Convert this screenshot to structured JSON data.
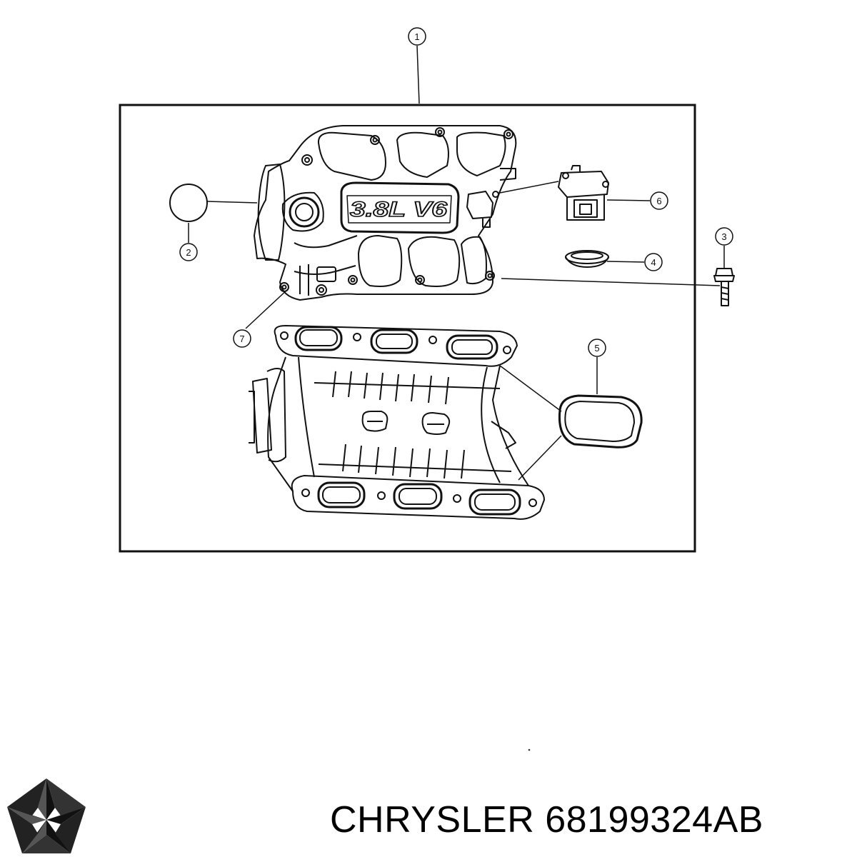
{
  "diagram": {
    "engraving": "3.8L V6",
    "callouts": [
      {
        "id": "1",
        "label": "1"
      },
      {
        "id": "2",
        "label": "2"
      },
      {
        "id": "3",
        "label": "3"
      },
      {
        "id": "4",
        "label": "4"
      },
      {
        "id": "5",
        "label": "5"
      },
      {
        "id": "6",
        "label": "6"
      },
      {
        "id": "7",
        "label": "7"
      }
    ]
  },
  "footer": {
    "brand": "CHRYSLER",
    "part_number": "68199324AB",
    "logo_icon": "chrysler-pentastar-icon"
  },
  "colors": {
    "line": "#111111",
    "background": "#ffffff"
  }
}
